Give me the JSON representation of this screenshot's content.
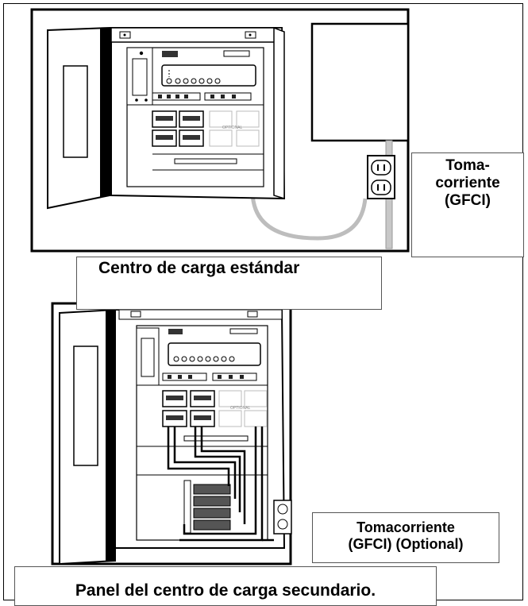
{
  "labels": {
    "receptacle_top": "Toma-\ncorriente\n(GFCI)",
    "standard_load_center": "Centro de carga estándar",
    "receptacle_bottom": "Tomacorriente\n(GFCI) (Optional)",
    "secondary_panel": "Panel del centro de carga secundario."
  },
  "panel_text": {
    "optional_top": "OPTIONAL",
    "optional_bottom": "OPTIONAL"
  }
}
